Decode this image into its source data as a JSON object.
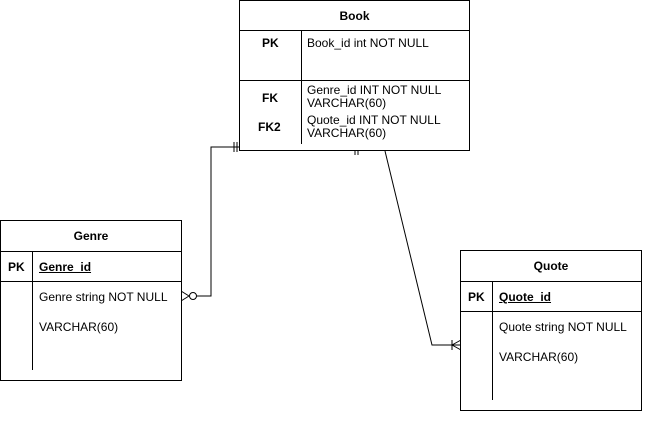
{
  "entities": {
    "book": {
      "title": "Book",
      "rows": [
        {
          "key": "PK",
          "text": "Book_id int NOT NULL"
        },
        {
          "key": "FK",
          "text_line1": "Genre_id INT NOT NULL",
          "text_line2": "VARCHAR(60)"
        },
        {
          "key": "FK2",
          "text_line1": "Quote_id INT NOT NULL",
          "text_line2": "VARCHAR(60)"
        }
      ]
    },
    "genre": {
      "title": "Genre",
      "pk_key": "PK",
      "pk_field": "Genre_id",
      "attr_line1": "Genre string NOT NULL",
      "attr_line2": "VARCHAR(60)"
    },
    "quote": {
      "title": "Quote",
      "pk_key": "PK",
      "pk_field": "Quote_id",
      "attr_line1": "Quote string NOT NULL",
      "attr_line2": "VARCHAR(60)"
    }
  },
  "relationships": [
    {
      "from": "Book",
      "to": "Genre",
      "from_cardinality": "one-and-only-one",
      "to_cardinality": "zero-or-many"
    },
    {
      "from": "Book",
      "to": "Quote",
      "from_cardinality": "one-and-only-one",
      "to_cardinality": "one-or-many"
    }
  ]
}
